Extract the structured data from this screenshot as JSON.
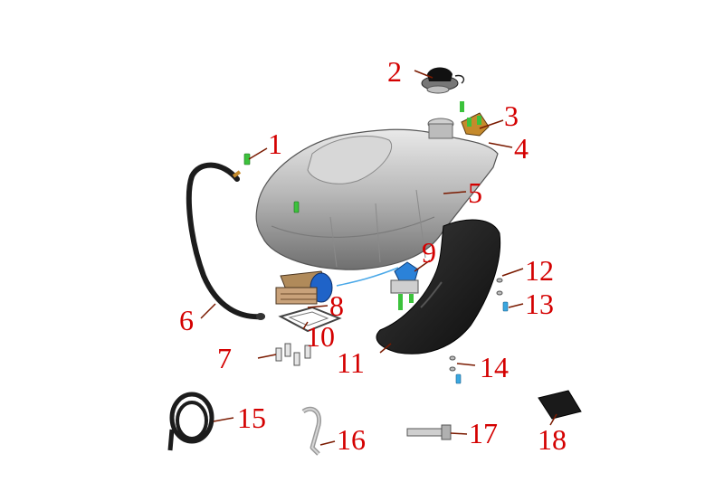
{
  "callouts": [
    {
      "num": "1"
    },
    {
      "num": "2"
    },
    {
      "num": "3"
    },
    {
      "num": "4"
    },
    {
      "num": "5"
    },
    {
      "num": "6"
    },
    {
      "num": "7"
    },
    {
      "num": "8"
    },
    {
      "num": "9"
    },
    {
      "num": "10"
    },
    {
      "num": "11"
    },
    {
      "num": "12"
    },
    {
      "num": "13"
    },
    {
      "num": "14"
    },
    {
      "num": "15"
    },
    {
      "num": "16"
    },
    {
      "num": "17"
    },
    {
      "num": "18"
    }
  ],
  "colors": {
    "label": "#d40000",
    "leader": "#7a1a00",
    "tank": "#a9a9a9",
    "bolt_green": "#3cc23c",
    "bolt_blue": "#3aa7e0",
    "hose": "#1c1c1c",
    "pump_blue": "#1f63c8"
  },
  "icons": [
    "fuel-tank",
    "fuel-cap",
    "breather-hose",
    "fuel-pump",
    "fuel-level-sender",
    "tank-shroud",
    "clamp",
    "bolt",
    "pad"
  ]
}
